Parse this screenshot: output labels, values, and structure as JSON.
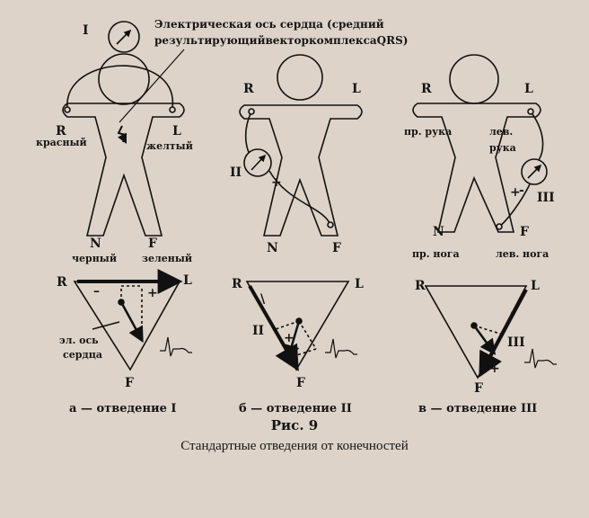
{
  "annotation": {
    "line1": "Электрическая ось сердца (средний",
    "line2": "результирующийвекторкомплексаQRS)"
  },
  "panels": [
    {
      "meter": "I",
      "top_r": "R",
      "top_l": "L",
      "arm_r_label": "красный",
      "arm_l_label": "желтый",
      "leg_n": "N",
      "leg_f": "F",
      "leg_n_label": "черный",
      "leg_f_label": "зеленый",
      "tri_r": "R",
      "tri_l": "L",
      "tri_f": "F",
      "axis_label_1": "эл. ось",
      "axis_label_2": "сердца",
      "minus": "–",
      "plus": "+",
      "caption": "а — отведение I"
    },
    {
      "meter": "II",
      "top_r": "R",
      "top_l": "L",
      "leg_n": "N",
      "leg_f": "F",
      "plus": "+",
      "tri_r": "R",
      "tri_l": "L",
      "tri_f": "F",
      "tri_lead": "II",
      "minus": "\\",
      "plus2": "+",
      "caption": "б — отведение II"
    },
    {
      "meter": "III",
      "top_r": "R",
      "top_l": "L",
      "arm_r_label": "пр. рука",
      "arm_l_label_1": "лев.",
      "arm_l_label_2": "рука",
      "leg_n": "N",
      "leg_f": "F",
      "leg_n_label": "пр. нога",
      "leg_f_label": "лев. нога",
      "plus": "+",
      "minus": "-",
      "tri_r": "R",
      "tri_l": "L",
      "tri_f": "F",
      "tri_lead": "III",
      "minus2": "/",
      "plus2": "+",
      "caption": "в — отведение III"
    }
  ],
  "figure": {
    "number": "Рис. 9",
    "title": "Стандартные отведения от конечностей"
  }
}
